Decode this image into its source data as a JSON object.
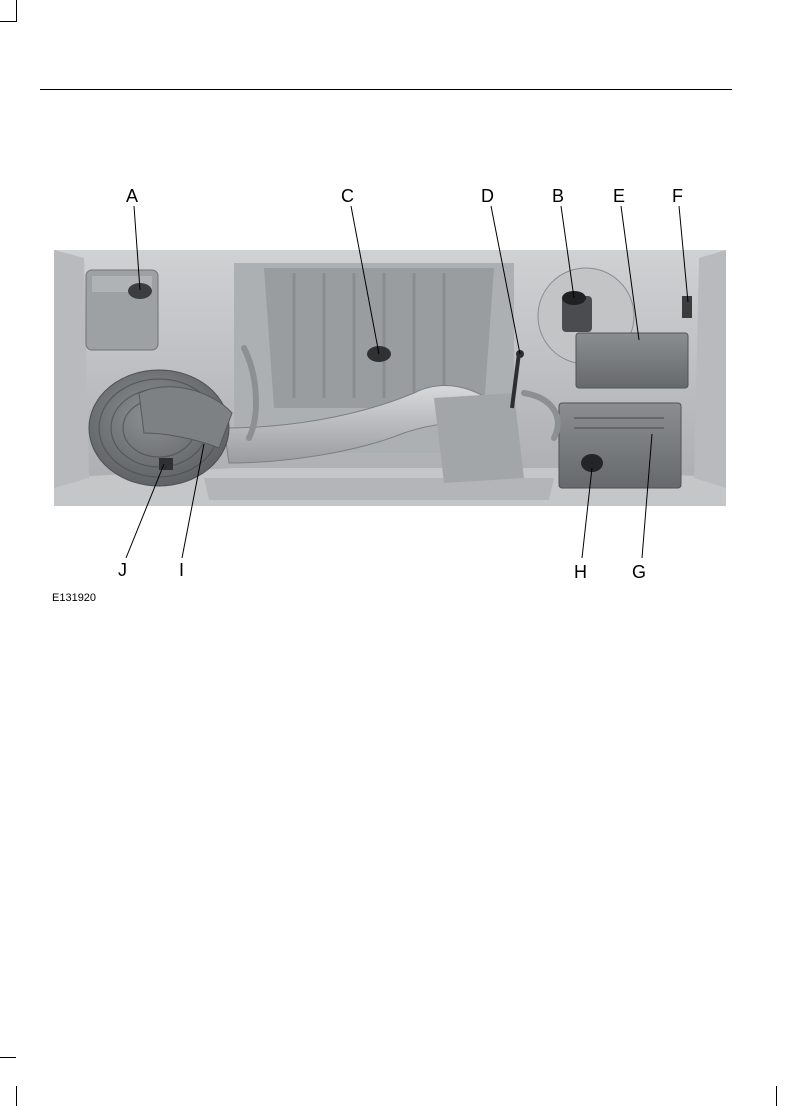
{
  "figure": {
    "id": "E131920",
    "callouts": [
      "A",
      "C",
      "D",
      "B",
      "E",
      "F",
      "J",
      "I",
      "H",
      "G"
    ]
  }
}
